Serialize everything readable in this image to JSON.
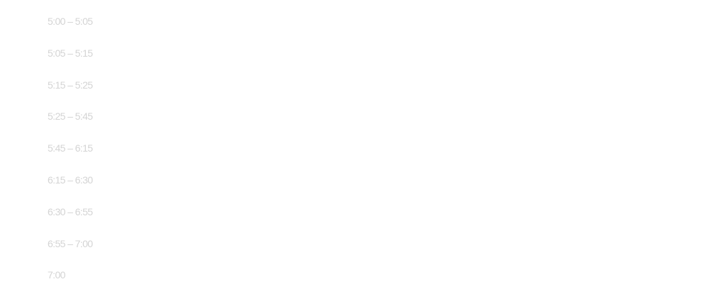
{
  "schedule": {
    "slots": [
      "5:00 – 5:05",
      "5:05 – 5:15",
      "5:15 – 5:25",
      "5:25 – 5:45",
      "5:45 – 6:15",
      "6:15 – 6:30",
      "6:30 – 6:55",
      "6:55 – 7:00",
      "7:00"
    ],
    "text_color": "#d4d4d4"
  }
}
